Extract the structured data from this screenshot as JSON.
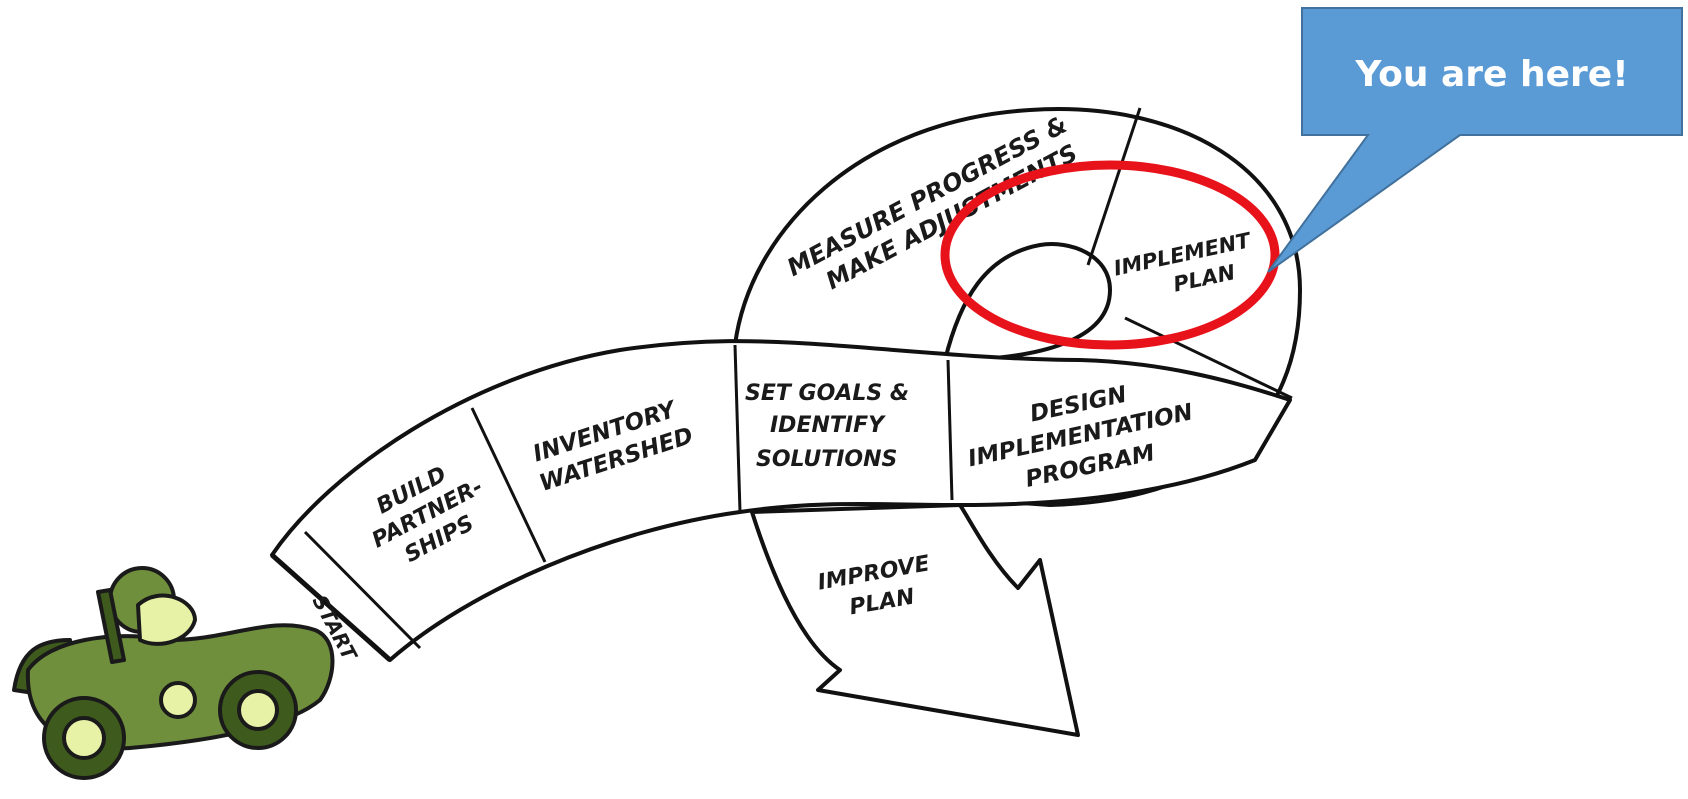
{
  "steps": {
    "start": "START",
    "build_1": "BUILD",
    "build_2": "PARTNER-",
    "build_3": "SHIPS",
    "inventory_1": "INVENTORY",
    "inventory_2": "WATERSHED",
    "goals_1": "SET GOALS &",
    "goals_2": "IDENTIFY",
    "goals_3": "SOLUTIONS",
    "design_1": "DESIGN",
    "design_2": "IMPLEMENTATION",
    "design_3": "PROGRAM",
    "implement_1": "IMPLEMENT",
    "implement_2": "PLAN",
    "measure_1": "MEASURE PROGRESS &",
    "measure_2": "MAKE ADJUSTMENTS",
    "improve_1": "IMPROVE",
    "improve_2": "PLAN"
  },
  "callout": {
    "text": "You are here!",
    "fill": "#5b9bd5",
    "border": "#41719c"
  },
  "highlight": {
    "color": "#e8121b",
    "target": "implement-plan"
  },
  "car": {
    "body_color": "#6f8f3c",
    "dark_color": "#3e5a1c",
    "light_color": "#e8f2a6"
  }
}
